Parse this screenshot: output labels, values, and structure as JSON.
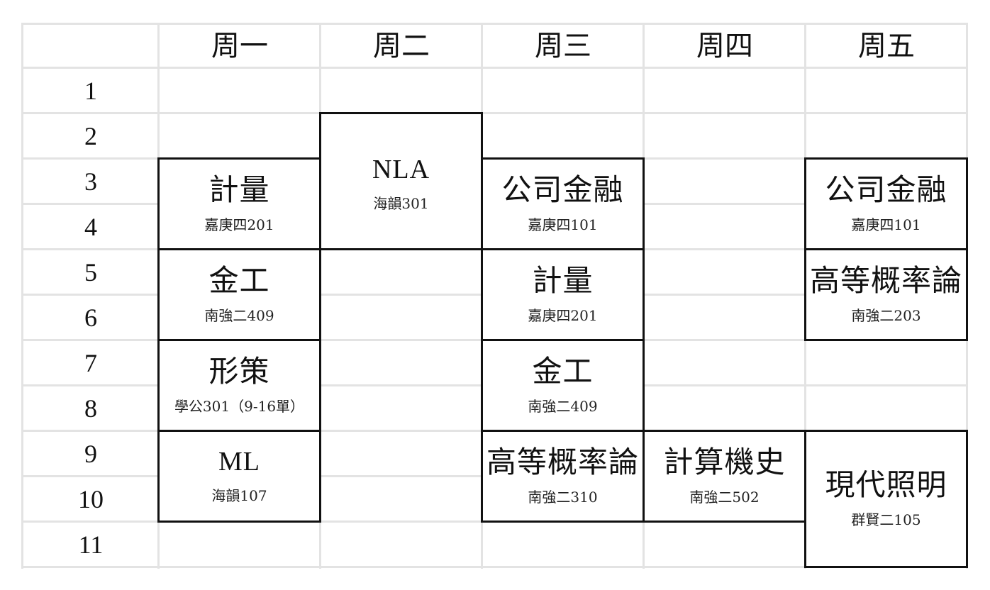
{
  "days": [
    "周一",
    "周二",
    "周三",
    "周四",
    "周五"
  ],
  "periods": [
    "1",
    "2",
    "3",
    "4",
    "5",
    "6",
    "7",
    "8",
    "9",
    "10",
    "11"
  ],
  "courses": [
    {
      "day": 0,
      "start": 3,
      "end": 4,
      "name": "計量",
      "room": "嘉庚四201"
    },
    {
      "day": 0,
      "start": 5,
      "end": 6,
      "name": "金工",
      "room": "南強二409"
    },
    {
      "day": 0,
      "start": 7,
      "end": 8,
      "name": "形策",
      "room": "學公301（9-16單）"
    },
    {
      "day": 0,
      "start": 9,
      "end": 10,
      "name": "ML",
      "room": "海韻107",
      "latin": true
    },
    {
      "day": 1,
      "start": 2,
      "end": 4,
      "name": "NLA",
      "room": "海韻301",
      "latin": true,
      "top": true
    },
    {
      "day": 2,
      "start": 3,
      "end": 4,
      "name": "公司金融",
      "room": "嘉庚四101"
    },
    {
      "day": 2,
      "start": 5,
      "end": 6,
      "name": "計量",
      "room": "嘉庚四201"
    },
    {
      "day": 2,
      "start": 7,
      "end": 8,
      "name": "金工",
      "room": "南強二409"
    },
    {
      "day": 2,
      "start": 9,
      "end": 10,
      "name": "高等概率論",
      "room": "南強二310"
    },
    {
      "day": 3,
      "start": 9,
      "end": 10,
      "name": "計算機史",
      "room": "南強二502"
    },
    {
      "day": 4,
      "start": 3,
      "end": 4,
      "name": "公司金融",
      "room": "嘉庚四101"
    },
    {
      "day": 4,
      "start": 5,
      "end": 6,
      "name": "高等概率論",
      "room": "南強二203"
    },
    {
      "day": 4,
      "start": 9,
      "end": 11,
      "name": "現代照明",
      "room": "群賢二105"
    }
  ]
}
